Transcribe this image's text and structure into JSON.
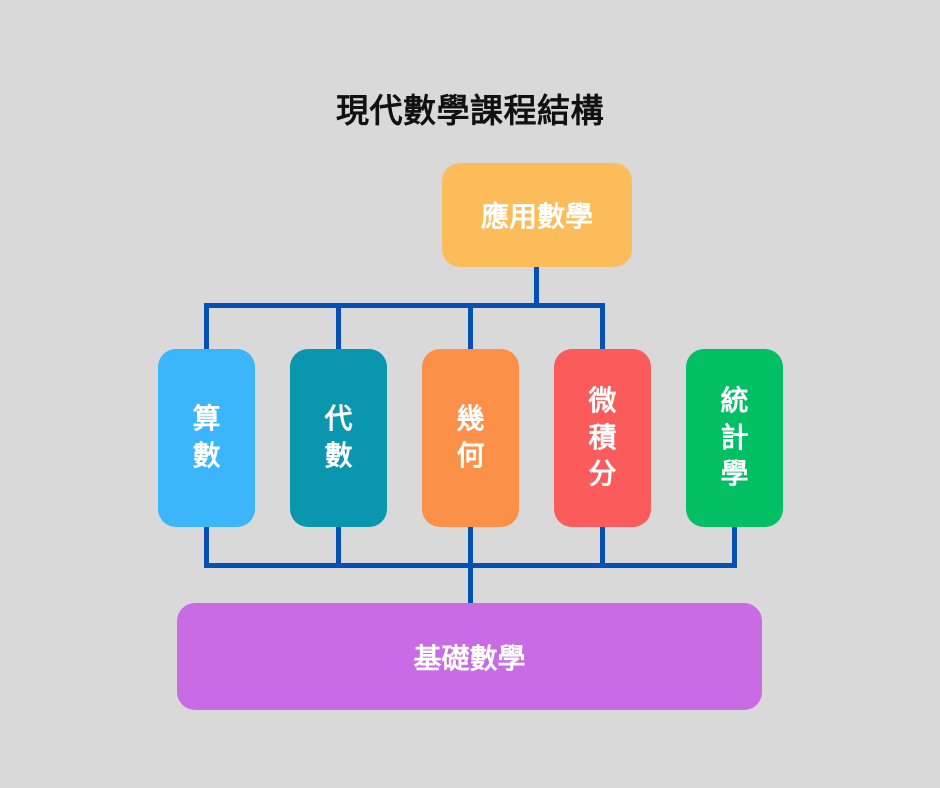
{
  "title": "現代數學課程結構",
  "diagram": {
    "background": "#D9D9D9",
    "line_color": "#0550B4",
    "text_color": "#FFFFFF",
    "root": {
      "id": "applied-math",
      "label": "應用數學",
      "color": "#FBBC59"
    },
    "middle": [
      {
        "id": "arithmetic",
        "label": "算數",
        "color": "#3BB5FC"
      },
      {
        "id": "algebra",
        "label": "代數",
        "color": "#0A96AE"
      },
      {
        "id": "geometry",
        "label": "幾何",
        "color": "#FB9149"
      },
      {
        "id": "calculus",
        "label": "微積分",
        "color": "#FC5B5B"
      },
      {
        "id": "statistics",
        "label": "統計學",
        "color": "#01BF62"
      }
    ],
    "base": {
      "id": "foundation-math",
      "label": "基礎數學",
      "color": "#C96BE4"
    },
    "edges": [
      {
        "from": "applied-math",
        "to": [
          "arithmetic",
          "algebra",
          "geometry",
          "calculus"
        ]
      },
      {
        "from": "foundation-math",
        "to": [
          "arithmetic",
          "algebra",
          "geometry",
          "calculus",
          "statistics"
        ]
      }
    ]
  }
}
